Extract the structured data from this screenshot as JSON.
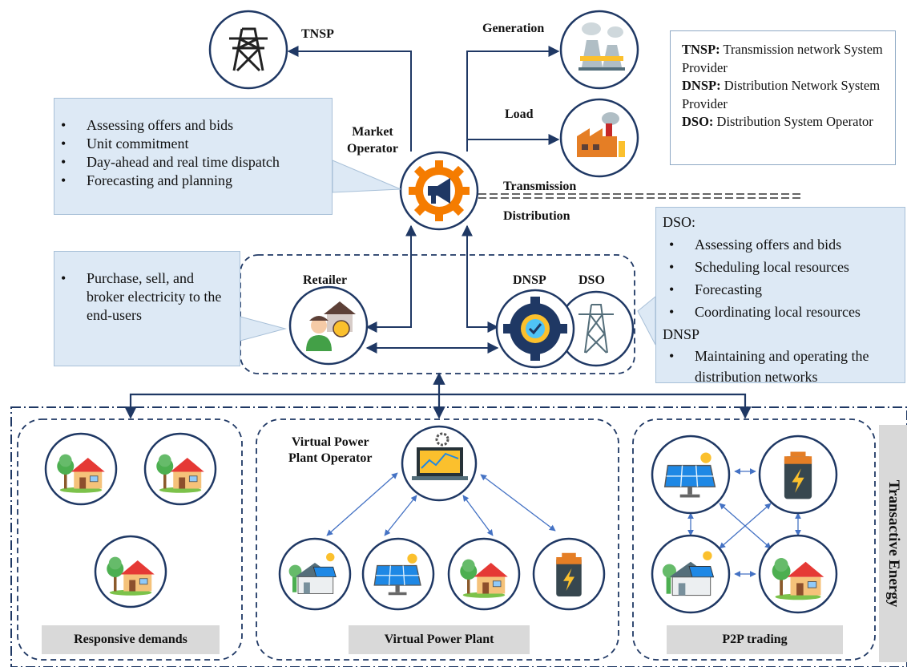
{
  "nodes": {
    "tnsp": "TNSP",
    "generation": "Generation",
    "load": "Load",
    "market_operator": "Market\nOperator",
    "transmission": "Transmission",
    "distribution": "Distribution",
    "retailer": "Retailer",
    "dnsp": "DNSP",
    "dso": "DSO",
    "vpp_operator": "Virtual Power\nPlant Operator"
  },
  "legend": [
    {
      "abbr": "TNSP:",
      "text": " Transmission network System Provider"
    },
    {
      "abbr": "DNSP:",
      "text": " Distribution Network System Provider"
    },
    {
      "abbr": "DSO:",
      "text": " Distribution System Operator"
    }
  ],
  "market_operator_tasks": [
    "Assessing offers and bids",
    "Unit commitment",
    "Day-ahead and real time dispatch",
    "Forecasting and planning"
  ],
  "retailer_tasks": [
    "Purchase, sell, and broker electricity to the end-users"
  ],
  "dso_box": {
    "dso_heading": "DSO:",
    "dso_tasks": [
      "Assessing offers and bids",
      "Scheduling local resources",
      "Forecasting",
      "Coordinating local resources"
    ],
    "dnsp_heading": "DNSP",
    "dnsp_tasks": [
      "Maintaining and operating the distribution networks"
    ]
  },
  "panels": {
    "responsive_demands": "Responsive demands",
    "virtual_power_plant": "Virtual Power Plant",
    "p2p_trading": "P2P trading",
    "transactive_energy": "Transactive Energy"
  },
  "colors": {
    "arrow_dark": "#1f3864",
    "arrow_light": "#4472c4",
    "callout_fill": "#dde9f5",
    "panel_label": "#d9d9d9",
    "circle_stroke": "#1f3864"
  },
  "icons": [
    "transmission-tower-icon",
    "power-plant-icon",
    "factory-icon",
    "gear-megaphone-icon",
    "retailer-icon",
    "gear-check-icon",
    "pylon-icon",
    "house-icon",
    "solar-panel-icon",
    "battery-icon",
    "laptop-chart-icon",
    "house-solar-icon"
  ]
}
